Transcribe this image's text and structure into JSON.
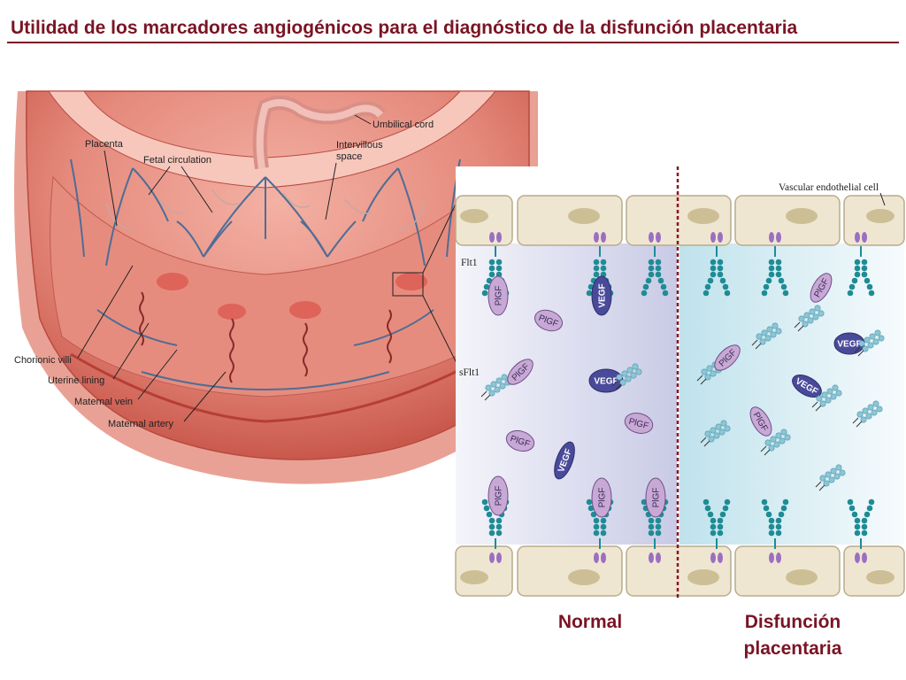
{
  "title": "Utilidad de los marcadores angiogénicos para el diagnóstico de la disfunción placentaria",
  "placenta_labels": {
    "umbilical_cord": "Umbilical cord",
    "placenta": "Placenta",
    "fetal_circulation": "Fetal circulation",
    "intervillous_space_1": "Intervillous",
    "intervillous_space_2": "space",
    "chorionic_villi": "Chorionic villi",
    "uterine_lining": "Uterine lining",
    "maternal_vein": "Maternal vein",
    "maternal_artery": "Maternal artery"
  },
  "vessel_labels": {
    "vascular_endothelial_cell": "Vascular endothelial cell",
    "flt1": "Flt1",
    "sflt1": "sFlt1"
  },
  "molecules": {
    "plgf": "PlGF",
    "vegf": "VEGF"
  },
  "panels": {
    "normal": "Normal",
    "dysfunction_line1": "Disfunción",
    "dysfunction_line2": "placentaria"
  },
  "colors": {
    "title": "#7a1424",
    "receptor": "#1f8c95",
    "sflt1": "#8cc6d4",
    "plgf": "#c8a8d4",
    "vegf": "#4a4a9a",
    "placenta_red": "#d9534f",
    "vessel_blue": "#4e6d96"
  }
}
